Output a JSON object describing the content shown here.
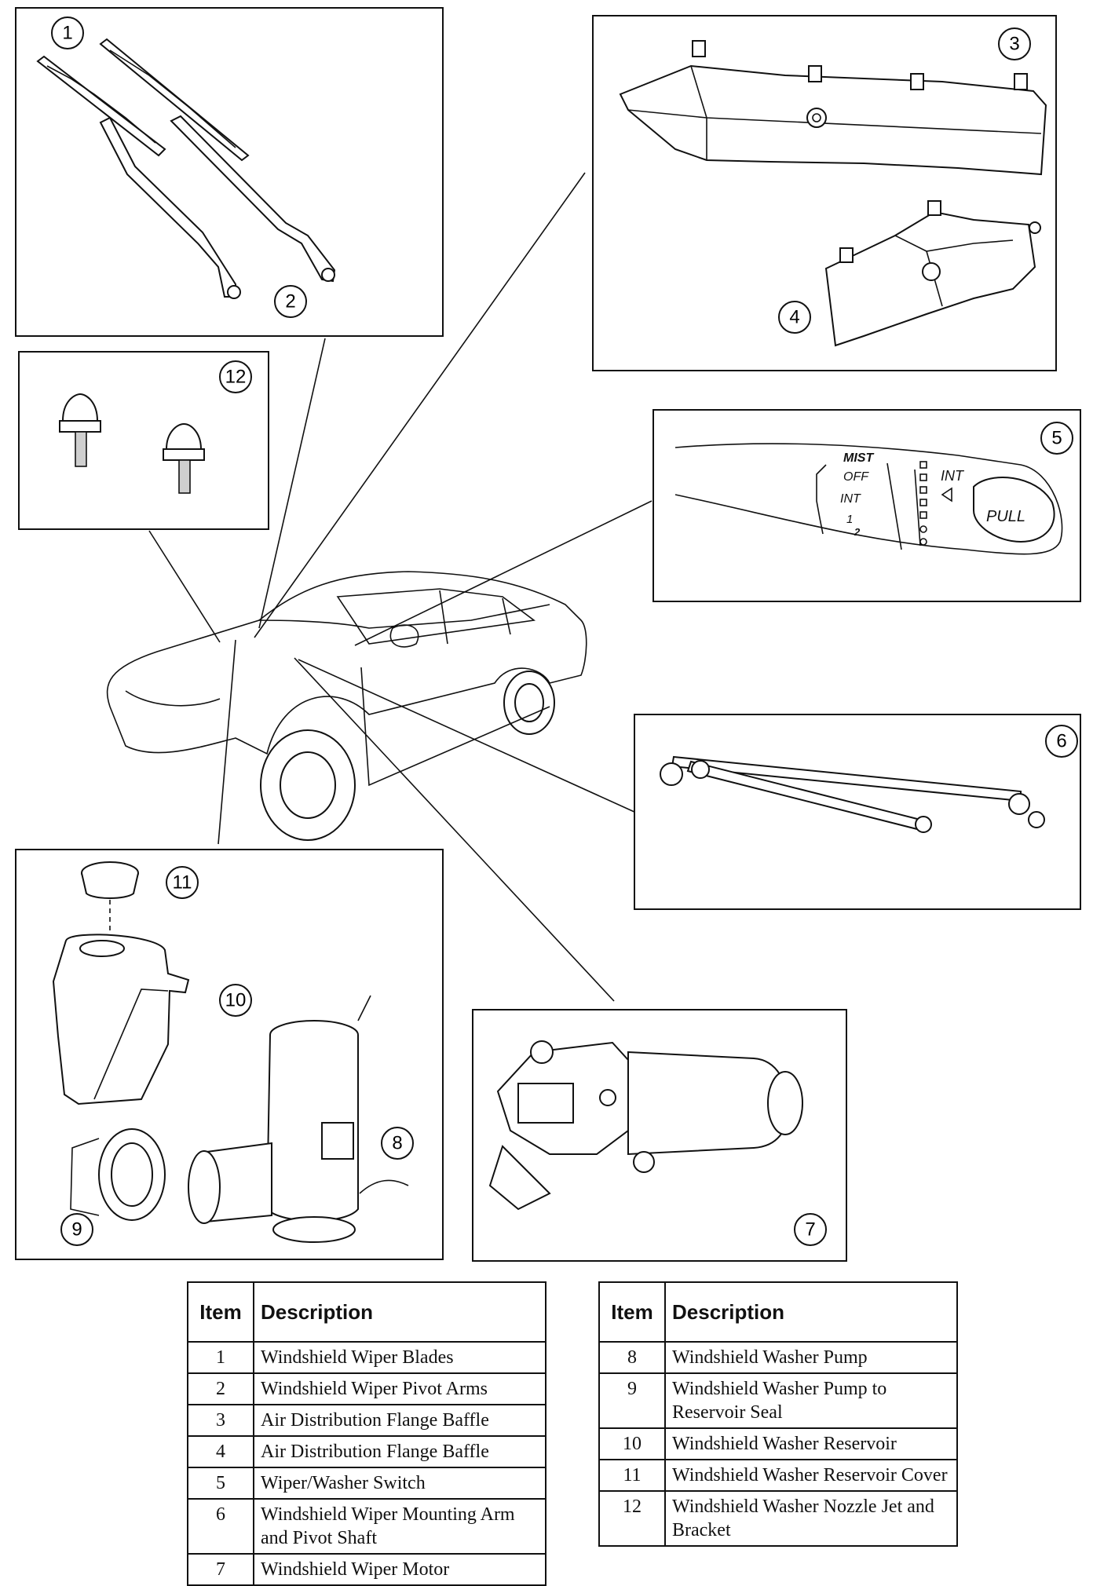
{
  "callouts": [
    "1",
    "2",
    "3",
    "4",
    "5",
    "6",
    "7",
    "8",
    "9",
    "10",
    "11",
    "12"
  ],
  "switch_labels": {
    "mist": "MIST",
    "off": "OFF",
    "int_left": "INT",
    "one": "1",
    "two": "2",
    "int_right": "INT",
    "pull": "PULL"
  },
  "legend": {
    "header_item": "Item",
    "header_description": "Description",
    "left_rows": [
      {
        "item": "1",
        "description": "Windshield Wiper Blades"
      },
      {
        "item": "2",
        "description": "Windshield Wiper Pivot Arms"
      },
      {
        "item": "3",
        "description": "Air Distribution Flange Baffle"
      },
      {
        "item": "4",
        "description": "Air Distribution Flange Baffle"
      },
      {
        "item": "5",
        "description": "Wiper/Washer Switch"
      },
      {
        "item": "6",
        "description": "Windshield Wiper Mounting Arm and Pivot Shaft"
      },
      {
        "item": "7",
        "description": "Windshield Wiper Motor"
      }
    ],
    "right_rows": [
      {
        "item": "8",
        "description": "Windshield Washer Pump"
      },
      {
        "item": "9",
        "description": "Windshield Washer Pump to Reservoir Seal"
      },
      {
        "item": "10",
        "description": "Windshield Washer Reservoir"
      },
      {
        "item": "11",
        "description": "Windshield Washer Reservoir Cover"
      },
      {
        "item": "12",
        "description": "Windshield Washer Nozzle Jet and Bracket"
      }
    ]
  }
}
